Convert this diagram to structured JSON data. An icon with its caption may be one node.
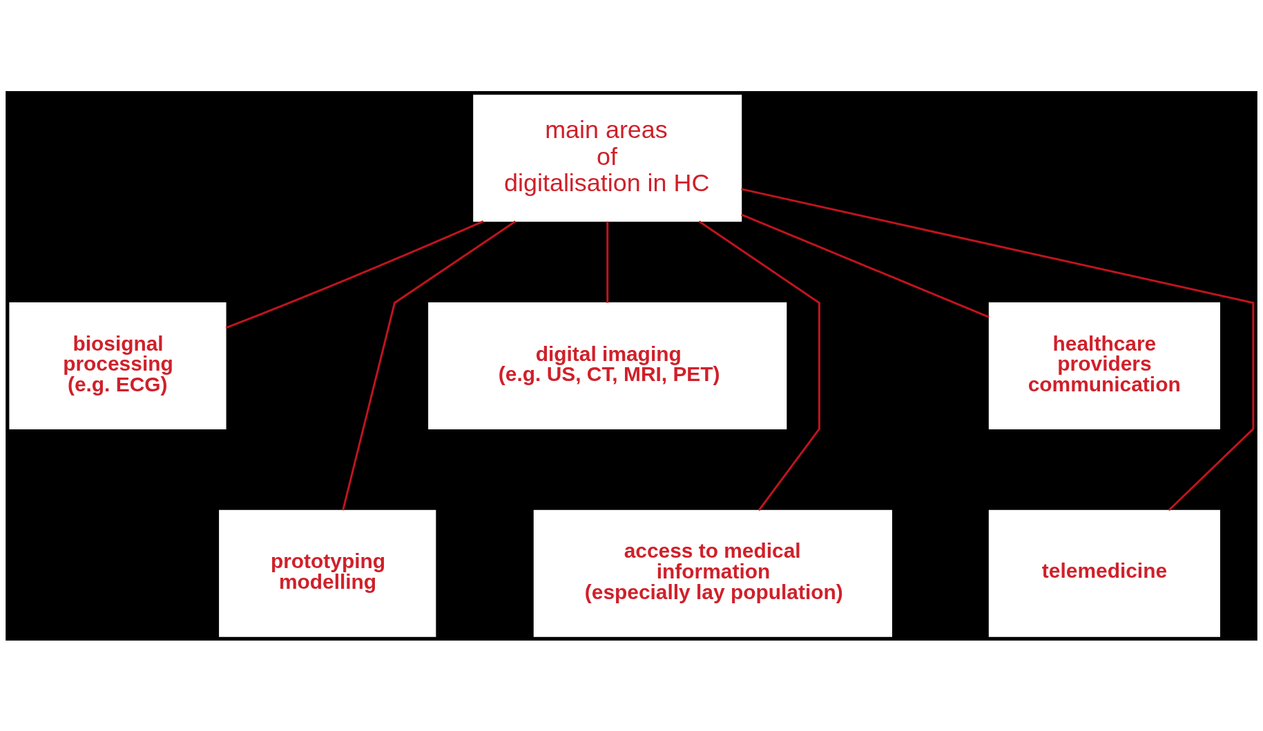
{
  "diagram": {
    "nodes": [
      {
        "text": [
          "main areas of digitalisation in HC"
        ]
      },
      {
        "text": [
          "biosignal processing (e.g. ECG)"
        ]
      },
      {
        "text": [
          "digital imaging (e.g. US, CT, MRI, PET)"
        ]
      },
      {
        "text": [
          "healthcare providers communication"
        ]
      },
      {
        "text": [
          "prototyping modelling"
        ]
      },
      {
        "text": [
          "access to medical information (especially lay population)"
        ]
      },
      {
        "text": [
          "telemedicine"
        ]
      }
    ],
    "edges": [
      {
        "from": 0,
        "to": 1,
        "arrow": "none"
      },
      {
        "from": 0,
        "to": 4,
        "arrow": "none"
      },
      {
        "from": 0,
        "to": 2,
        "arrow": "none"
      },
      {
        "from": 0,
        "to": 5,
        "arrow": "none"
      },
      {
        "from": 0,
        "to": 6,
        "arrow": "none"
      },
      {
        "from": 0,
        "to": 3,
        "arrow": "none"
      }
    ]
  }
}
